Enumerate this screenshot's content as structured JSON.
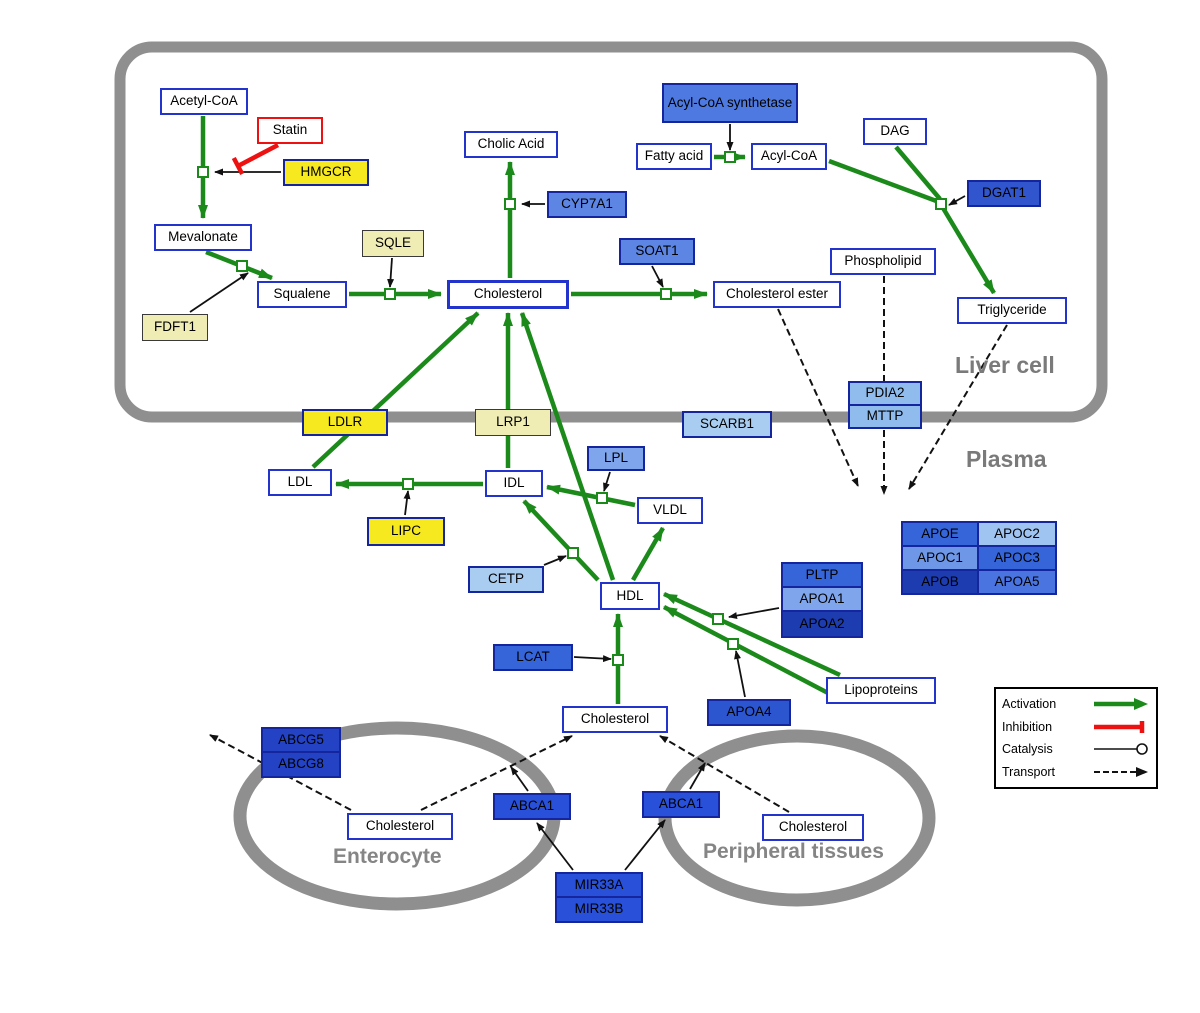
{
  "regions": {
    "liver": "Liver cell",
    "plasma": "Plasma",
    "enterocyte": "Enterocyte",
    "peripheral": "Peripheral tissues"
  },
  "nodes": {
    "acetyl_coa": "Acetyl-CoA",
    "statin": "Statin",
    "hmgcr": "HMGCR",
    "mevalonate": "Mevalonate",
    "sqle": "SQLE",
    "fdft1": "FDFT1",
    "squalene": "Squalene",
    "cholesterol_liver": "Cholesterol",
    "cholic_acid": "Cholic Acid",
    "cyp7a1": "CYP7A1",
    "soat1": "SOAT1",
    "cholesterol_ester": "Cholesterol ester",
    "acyl_coa_synthetase": "Acyl-CoA synthetase",
    "fatty_acid": "Fatty acid",
    "acyl_coa": "Acyl-CoA",
    "dag": "DAG",
    "dgat1": "DGAT1",
    "phospholipid": "Phospholipid",
    "triglyceride": "Triglyceride",
    "ldlr": "LDLR",
    "lrp1": "LRP1",
    "scarb1": "SCARB1",
    "pdia2": "PDIA2",
    "mttp": "MTTP",
    "ldl": "LDL",
    "idl": "IDL",
    "lpl": "LPL",
    "vldl": "VLDL",
    "lipc": "LIPC",
    "cetp": "CETP",
    "hdl": "HDL",
    "apoe": "APOE",
    "apoc2": "APOC2",
    "apoc1": "APOC1",
    "apoc3": "APOC3",
    "apob": "APOB",
    "apoa5": "APOA5",
    "pltp": "PLTP",
    "apoa1": "APOA1",
    "apoa2": "APOA2",
    "lcat": "LCAT",
    "apoa4": "APOA4",
    "lipoproteins": "Lipoproteins",
    "cholesterol_plasma": "Cholesterol",
    "abcg5": "ABCG5",
    "abcg8": "ABCG8",
    "cholesterol_enterocyte": "Cholesterol",
    "abca1_left": "ABCA1",
    "abca1_right": "ABCA1",
    "cholesterol_peripheral": "Cholesterol",
    "mir33a": "MIR33A",
    "mir33b": "MIR33B"
  },
  "legend": {
    "activation": "Activation",
    "inhibition": "Inhibition",
    "catalysis": "Catalysis",
    "transport": "Transport"
  },
  "colors": {
    "activation_green": "#1b8a1b",
    "inhibition_red": "#ee1111",
    "membrane_gray": "#8f8f8f",
    "metabolite_border": "#2334cc",
    "gene_yellow": "#f6e920",
    "gene_pale_yellow": "#efecb4",
    "gene_blue_dark": "#1d3cb0",
    "gene_blue": "#3565d8",
    "gene_blue_mid": "#5c85e4",
    "gene_blue_soft": "#7fa6ec",
    "gene_blue_light": "#a8cdf0"
  }
}
